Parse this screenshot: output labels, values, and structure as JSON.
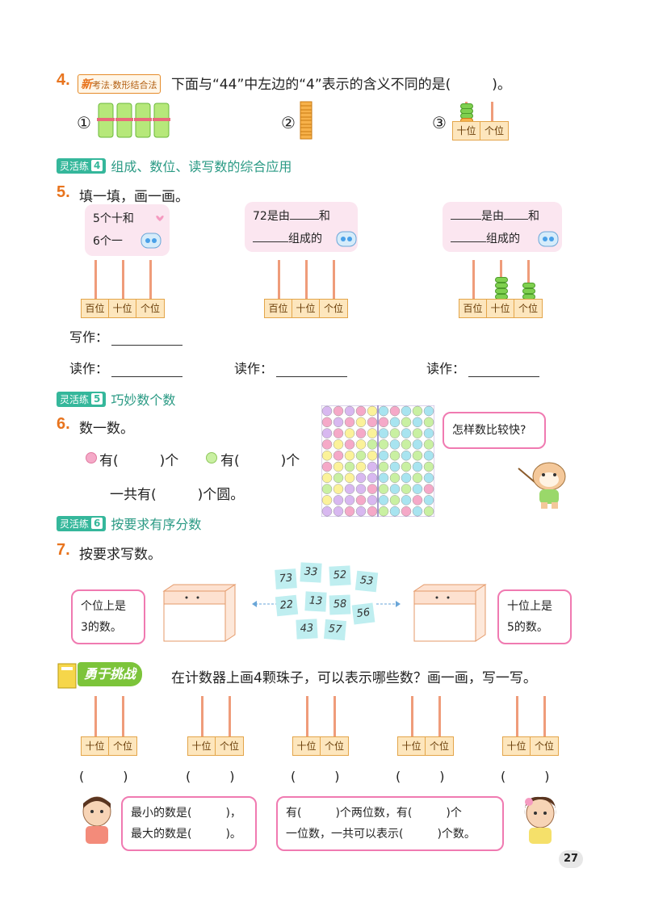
{
  "q4": {
    "number": "4.",
    "badge_new": "新",
    "badge_text": "考法·数形结合法",
    "text": "下面与“44”中左边的“4”表示的含义不同的是(　　　)。",
    "options": [
      "①",
      "②",
      "③"
    ],
    "abacus_labels": [
      "十位",
      "个位"
    ]
  },
  "tag4": {
    "label": "灵活练",
    "num": "4",
    "text": "组成、数位、读写数的综合应用"
  },
  "q5": {
    "number": "5.",
    "text": "填一填，画一画。",
    "bubble1": [
      "5个十和",
      "6个一"
    ],
    "bubble2_line1": "72是由",
    "bubble2_and": "和",
    "bubble2_line2": "组成的",
    "bubble3_is": "是由",
    "bubble3_and": "和",
    "bubble3_line2": "组成的",
    "abacus_labels": [
      "百位",
      "十位",
      "个位"
    ],
    "write_label": "写作：",
    "read_label": "读作："
  },
  "tag5": {
    "label": "灵活练",
    "num": "5",
    "text": "巧妙数个数"
  },
  "q6": {
    "number": "6.",
    "text": "数一数。",
    "pink_text": "有(　　　)个",
    "green_text": "有(　　　)个",
    "total_text": "一共有(　　　)个圆。",
    "hint": "怎样数比较快?",
    "colors": {
      "pink": "#f5a9c8",
      "green": "#c9f0a2",
      "purple": "#d8b8f0",
      "yellow": "#fbf29a",
      "cyan": "#a8e4f0"
    }
  },
  "tag6": {
    "label": "灵活练",
    "num": "6",
    "text": "按要求有序分数"
  },
  "q7": {
    "number": "7.",
    "text": "按要求写数。",
    "left_label": [
      "个位上是",
      "3的数。"
    ],
    "right_label": [
      "十位上是",
      "5的数。"
    ],
    "cards": [
      "73",
      "33",
      "52",
      "53",
      "22",
      "13",
      "58",
      "56",
      "43",
      "57"
    ]
  },
  "challenge": {
    "title": "勇于挑战",
    "text": "在计数器上画4颗珠子，可以表示哪些数？画一画，写一写。",
    "abacus_labels": [
      "十位",
      "个位"
    ],
    "paren": "(　　　)",
    "speech_left": [
      "最小的数是(　　　)，",
      "最大的数是(　　　)。"
    ],
    "speech_right": [
      "有(　　　)个两位数，有(　　　)个",
      "一位数，一共可以表示(　　　)个数。"
    ]
  },
  "page_number": "27"
}
